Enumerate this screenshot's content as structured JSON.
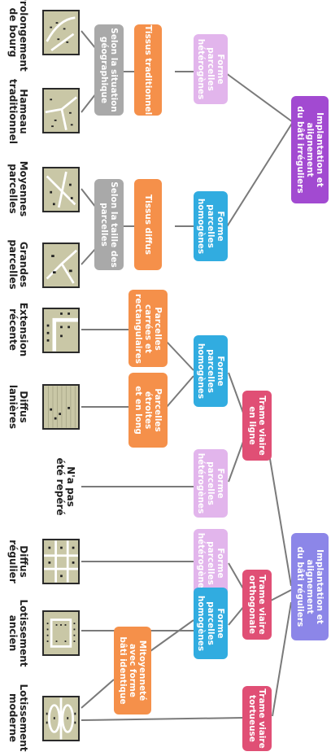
{
  "diagram": {
    "rows": [
      {
        "label": "Prolongement\nde bourg"
      },
      {
        "label": "Hameau\ntraditionnel"
      },
      {
        "label": "Moyennes\nparcelles"
      },
      {
        "label": "Grandes\nparcelles"
      },
      {
        "label": "Extension\nrécente"
      },
      {
        "label": "Diffus\nlanières"
      },
      {
        "label": "N'a pas\nété repéré"
      },
      {
        "label": "Diffus\nrégulier"
      },
      {
        "label": "Lotissement\nancien"
      },
      {
        "label": "Lotissement\nmoderne"
      }
    ],
    "grey_boxes": [
      {
        "text": "Selon la situation\ngéographique"
      },
      {
        "text": "Selon la taille des\nparcelles"
      }
    ],
    "orange_boxes": [
      {
        "text": "Tissus traditionnel"
      },
      {
        "text": "Tissus diffus"
      },
      {
        "text": "Parcelles\ncarrées et\nrectangulaires"
      },
      {
        "text": "Parcelles\nétroites\net en long"
      },
      {
        "text": "Mitoyenneté\navec forme\nbâti identique"
      }
    ],
    "forme_boxes": [
      {
        "text": "Forme\nparcelles\nhétérogènes"
      },
      {
        "text": "Forme\nparcelles\nhomogènes"
      },
      {
        "text": "Forme\nparcelles\nhomogènes"
      },
      {
        "text": "Forme\nparcelles\nhétérogènes"
      },
      {
        "text": "Forme\nparcelles\nhétérogènes"
      },
      {
        "text": "Forme\nparcelles\nhomogènes"
      }
    ],
    "trame_boxes": [
      {
        "text": "Trame viaire\nen ligne"
      },
      {
        "text": "Trame viaire\northogonale"
      },
      {
        "text": "Trame viaire\ntortueuse"
      }
    ],
    "root_boxes": [
      {
        "text": "Implantation et\nalignement\ndu bâti irréguliers"
      },
      {
        "text": "Implantation et\nalignement\ndu bâti réguliers"
      }
    ],
    "colors": {
      "purple": "#a24ad1",
      "pink": "#e2b5ec",
      "orange": "#f5904a",
      "grey": "#a9a9a9",
      "blue": "#31ace0",
      "red": "#e04f75",
      "lavender": "#8c86e8",
      "thumb_bg": "#c9c7a6",
      "line": "#777777"
    }
  }
}
